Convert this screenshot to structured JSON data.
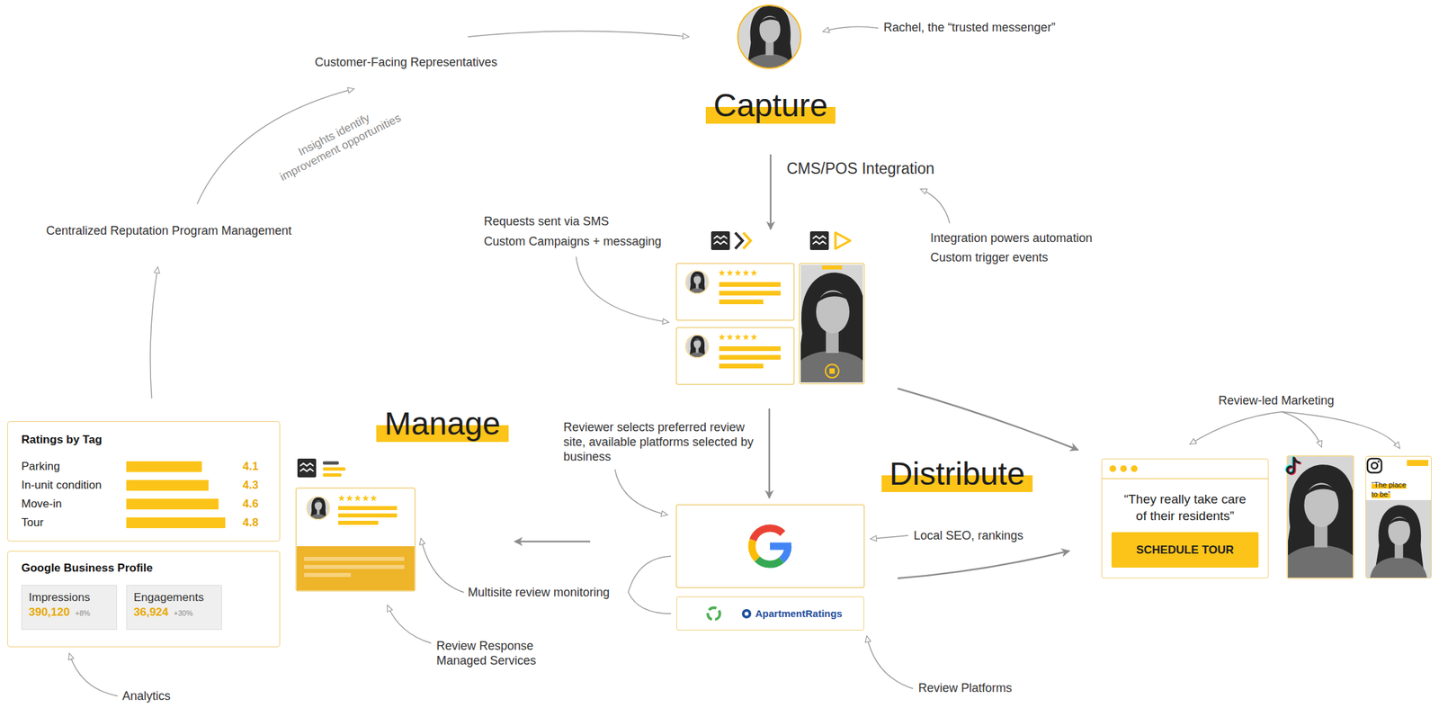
{
  "diagram": {
    "nodes": [
      {
        "text": [
          "Capture"
        ]
      },
      {
        "text": [
          "Manage"
        ]
      },
      {
        "text": [
          "Ratings by Tag",
          "Parking",
          "4.1",
          "In-unit condition",
          "4.3",
          "Move-in",
          "4.6",
          "Tour",
          "4.8"
        ]
      },
      {
        "text": [
          "Distribute"
        ]
      },
      {
        "text": [
          "“They really take care of their residents”"
        ]
      },
      {
        "text": [
          "SCHEDULE TOUR"
        ],
        "in": 4
      },
      {
        "text": [
          "“The place to be”"
        ]
      },
      {
        "text": [
          "Google Business Profile"
        ]
      },
      {
        "text": [
          "Impressions",
          "390,120",
          "+8%"
        ],
        "in": 7
      },
      {
        "text": [
          "Engagements",
          "36,924",
          "+30%"
        ],
        "in": 7
      },
      {
        "text": [
          "ApartmentRatings"
        ]
      }
    ],
    "labels": [
      "Rachel, the “trusted messenger”",
      "Customer-Facing Representatives",
      "Insights identify improvement opportunities",
      "Centralized Reputation Program Management",
      "CMS/POS Integration",
      "Requests sent via SMS",
      "Custom Campaigns + messaging",
      "Integration powers automation",
      "Custom trigger events",
      "Reviewer selects preferred review site, available platforms selected by business",
      "Local SEO, rankings",
      "Multisite review monitoring",
      "Review Response Managed Services",
      "Review Platforms",
      "Analytics",
      "Review-led Marketing"
    ]
  }
}
